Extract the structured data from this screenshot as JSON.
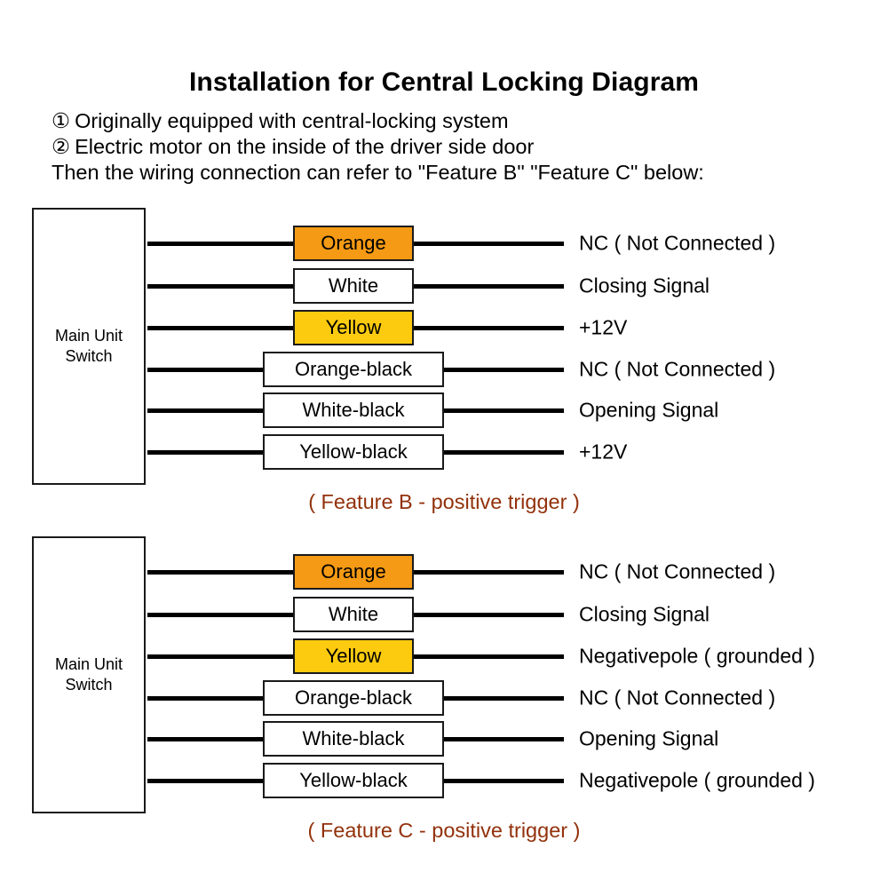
{
  "header": {
    "title": "Installation for Central Locking Diagram",
    "lines": [
      {
        "marker": "①",
        "text": "Originally equipped with central-locking system"
      },
      {
        "marker": "②",
        "text": "Electric motor on the inside of the driver side door"
      },
      {
        "marker": "",
        "text": "Then the wiring connection can refer to \"Feature B\" \"Feature C\" below:"
      }
    ]
  },
  "colors": {
    "orange": "#F59A14",
    "yellow": "#FCCB10",
    "white": "#FFFFFF",
    "wire": "#000000",
    "caption": "#92310B"
  },
  "diagrams": [
    {
      "id": "feature-b",
      "unit_label": "Main Unit\nSwitch",
      "caption": "( Feature B - positive trigger )",
      "rows": [
        {
          "wire": "Orange",
          "swatch": "orange",
          "width": "narrow",
          "function": "NC ( Not Connected )"
        },
        {
          "wire": "White",
          "swatch": "white",
          "width": "narrow",
          "function": "Closing Signal"
        },
        {
          "wire": "Yellow",
          "swatch": "yellow",
          "width": "narrow",
          "function": "+12V"
        },
        {
          "wire": "Orange-black",
          "swatch": "white",
          "width": "wide",
          "function": "NC ( Not Connected )"
        },
        {
          "wire": "White-black",
          "swatch": "white",
          "width": "wide",
          "function": "Opening Signal"
        },
        {
          "wire": "Yellow-black",
          "swatch": "white",
          "width": "wide",
          "function": "+12V"
        }
      ]
    },
    {
      "id": "feature-c",
      "unit_label": "Main Unit\nSwitch",
      "caption": "( Feature C - positive trigger )",
      "rows": [
        {
          "wire": "Orange",
          "swatch": "orange",
          "width": "narrow",
          "function": "NC ( Not Connected )"
        },
        {
          "wire": "White",
          "swatch": "white",
          "width": "narrow",
          "function": "Closing Signal"
        },
        {
          "wire": "Yellow",
          "swatch": "yellow",
          "width": "narrow",
          "function": "Negativepole ( grounded )"
        },
        {
          "wire": "Orange-black",
          "swatch": "white",
          "width": "wide",
          "function": "NC ( Not Connected )"
        },
        {
          "wire": "White-black",
          "swatch": "white",
          "width": "wide",
          "function": "Opening Signal"
        },
        {
          "wire": "Yellow-black",
          "swatch": "white",
          "width": "wide",
          "function": "Negativepole ( grounded )"
        }
      ]
    }
  ]
}
